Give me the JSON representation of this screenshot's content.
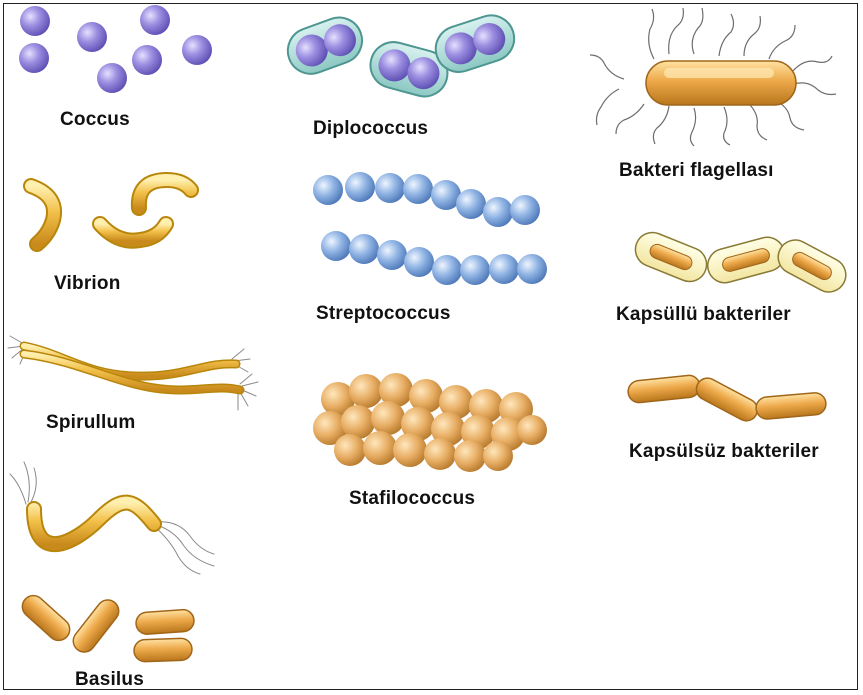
{
  "labels": {
    "coccus": "Coccus",
    "diplococcus": "Diplococcus",
    "flagella": "Bakteri flagellası",
    "vibrion": "Vibrion",
    "streptococcus": "Streptococcus",
    "capsulated": "Kapsüllü bakteriler",
    "spirullum": "Spirullum",
    "stafilococcus": "Stafilococcus",
    "noncapsulated": "Kapsülsüz bakteriler",
    "basilus": "Basilus"
  },
  "colors": {
    "coccus": "#8f7fd6",
    "diplococcus_capsule": "#9fd6d2",
    "diplococcus_cell": "#7b6fd0",
    "yellow": "#f4cf3a",
    "yellow_dark": "#c99a1a",
    "blue_cell": "#7fa6db",
    "orange_cell": "#e6a85a",
    "rod_orange": "#e9a83a"
  }
}
